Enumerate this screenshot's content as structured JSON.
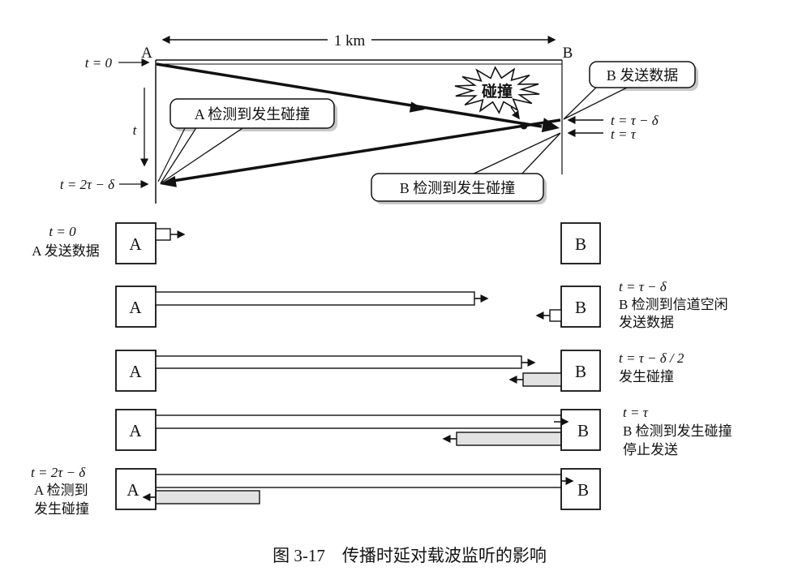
{
  "figure": {
    "caption": "图 3-17　传播时延对载波监听的影响"
  },
  "topDiagram": {
    "distance_label": "1 km",
    "node_a": "A",
    "node_b": "B",
    "t0_label": "t = 0",
    "t_axis_label": "t",
    "t_2tau_label": "t = 2τ − δ",
    "t_tau_delta_label": "t = τ − δ",
    "t_tau_label": "t = τ",
    "collision_label": "碰撞",
    "callout_a_detect": "A 检测到发生碰撞",
    "callout_b_send": "B 发送数据",
    "callout_b_detect": "B 检测到发生碰撞"
  },
  "rows": [
    {
      "a": "A",
      "b": "B",
      "left_label": [
        "t = 0",
        "A 发送数据"
      ],
      "right_label": []
    },
    {
      "a": "A",
      "b": "B",
      "left_label": [],
      "right_label": [
        "t = τ − δ",
        "B 检测到信道空闲",
        "发送数据"
      ]
    },
    {
      "a": "A",
      "b": "B",
      "left_label": [],
      "right_label": [
        "t = τ − δ / 2",
        "发生碰撞"
      ]
    },
    {
      "a": "A",
      "b": "B",
      "left_label": [],
      "right_label": [
        "t = τ",
        "B 检测到发生碰撞",
        "停止发送"
      ]
    },
    {
      "a": "A",
      "b": "B",
      "left_label": [
        "t = 2τ − δ",
        "A 检测到",
        "发生碰撞"
      ],
      "right_label": []
    }
  ]
}
